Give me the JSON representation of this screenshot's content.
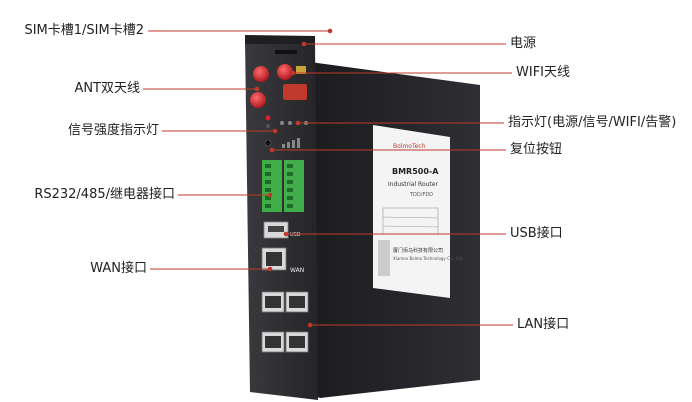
{
  "labels": {
    "sim_slots": "SIM卡槽1/SIM卡槽2",
    "antenna": "ANT双天线",
    "signal_led": "信号强度指示灯",
    "serial_ports": "RS232/485/继电器接口",
    "wan": "WAN接口",
    "power": "电源",
    "wifi_antenna": "WIFI天线",
    "indicator_leds": "指示灯(电源/信号/WIFI/告警)",
    "reset": "复位按钮",
    "usb": "USB接口",
    "lan": "LAN接口"
  },
  "device": {
    "brand": "BolmoTech",
    "model": "BMR500-A",
    "type": "Industrial Router",
    "network": "TDD/FDD",
    "company_cn": "厦门佰马科技有限公司",
    "company_en": "Xiamen Bolmo Technology Co., Ltd.",
    "port_usb": "USB",
    "port_wan": "WAN"
  },
  "colors": {
    "line": "#c0392b",
    "body": "#2b2b2e",
    "antenna": "#d8232a",
    "terminal": "#3fae49"
  }
}
